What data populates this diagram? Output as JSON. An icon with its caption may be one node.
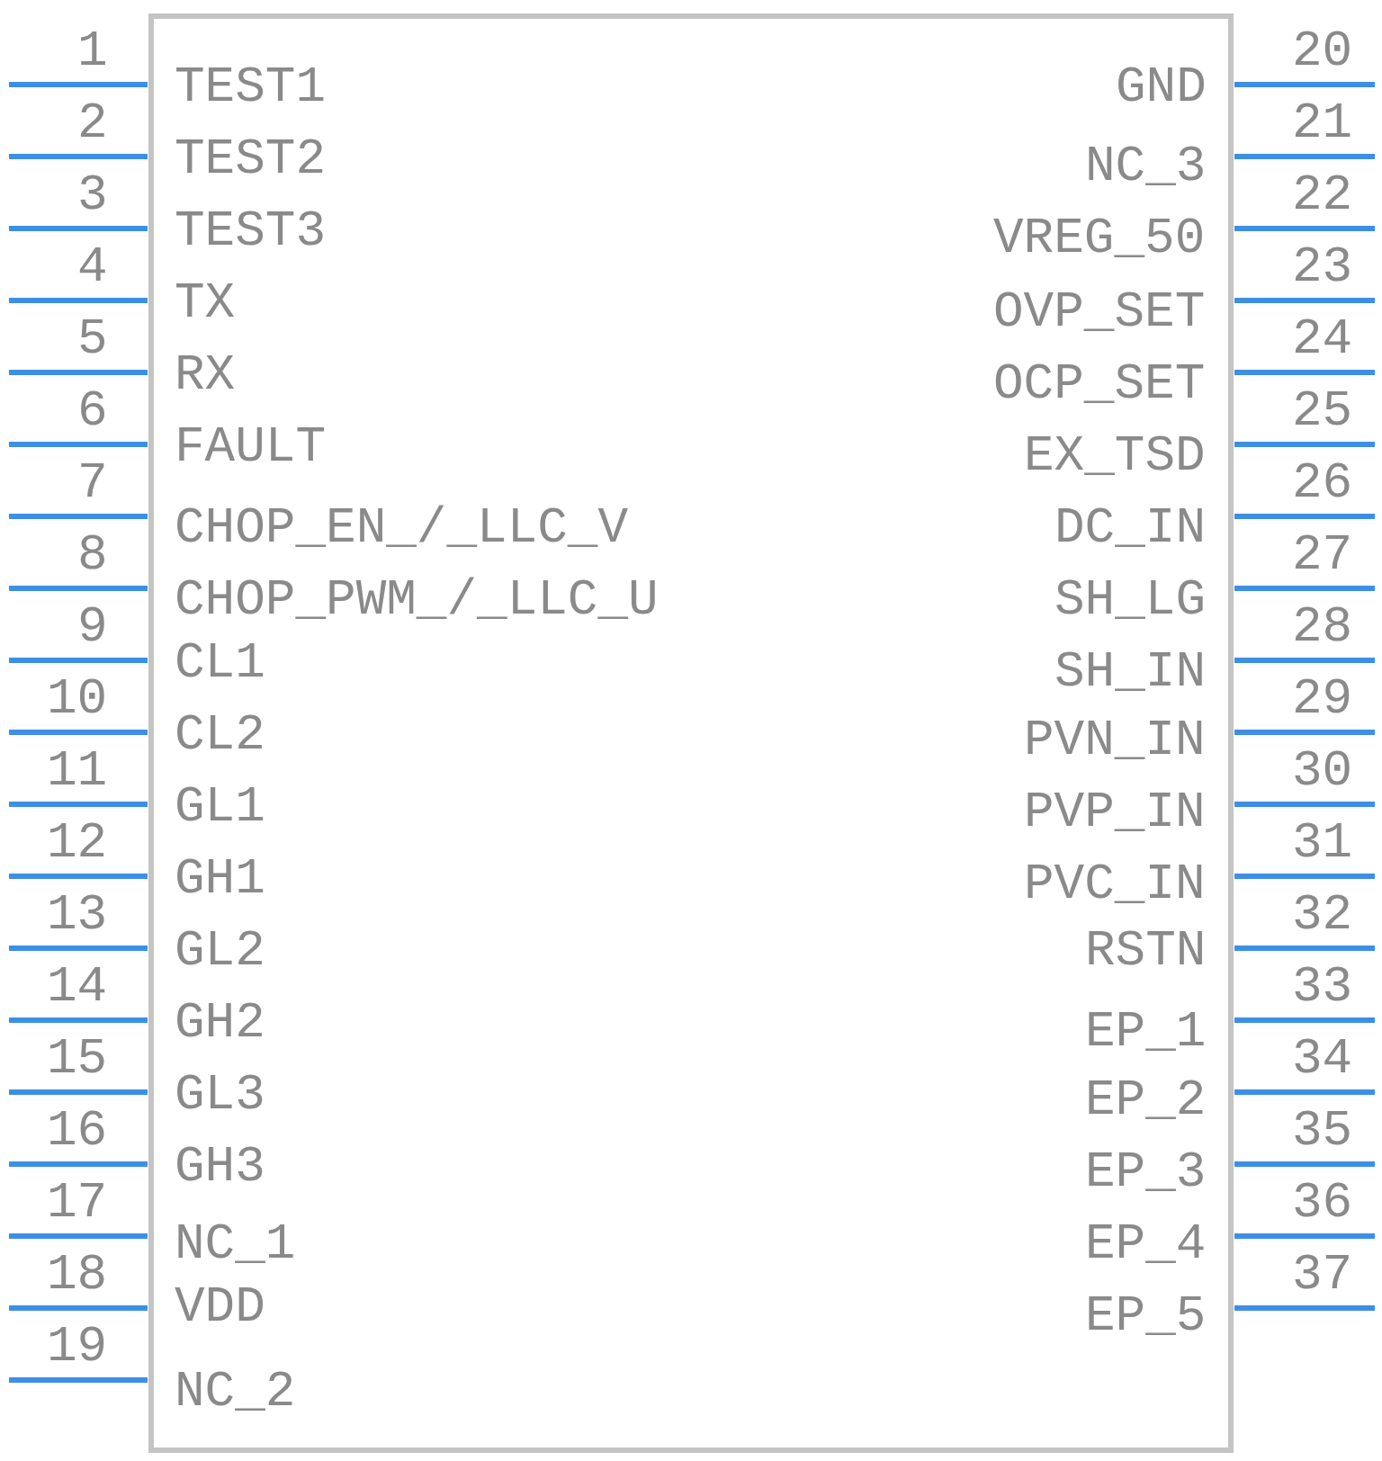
{
  "diagram": {
    "labels": [
      "1",
      "TEST1",
      "2",
      "TEST2",
      "3",
      "TEST3",
      "4",
      "TX",
      "5",
      "RX",
      "6",
      "FAULT",
      "7",
      "CHOP_EN_/_LLC_V",
      "8",
      "CHOP_PWM_/_LLC_U",
      "9",
      "CL1",
      "10",
      "CL2",
      "11",
      "GL1",
      "12",
      "GH1",
      "13",
      "GL2",
      "14",
      "GH2",
      "15",
      "GL3",
      "16",
      "GH3",
      "17",
      "NC_1",
      "18",
      "VDD",
      "19",
      "NC_2",
      "20",
      "GND",
      "21",
      "NC_3",
      "22",
      "VREG_50",
      "23",
      "OVP_SET",
      "24",
      "OCP_SET",
      "25",
      "EX_TSD",
      "26",
      "DC_IN",
      "27",
      "SH_LG",
      "28",
      "SH_IN",
      "29",
      "PVN_IN",
      "30",
      "PVP_IN",
      "31",
      "PVC_IN",
      "32",
      "RSTN",
      "33",
      "EP_1",
      "34",
      "EP_2",
      "35",
      "EP_3",
      "36",
      "EP_4",
      "37",
      "EP_5"
    ]
  }
}
